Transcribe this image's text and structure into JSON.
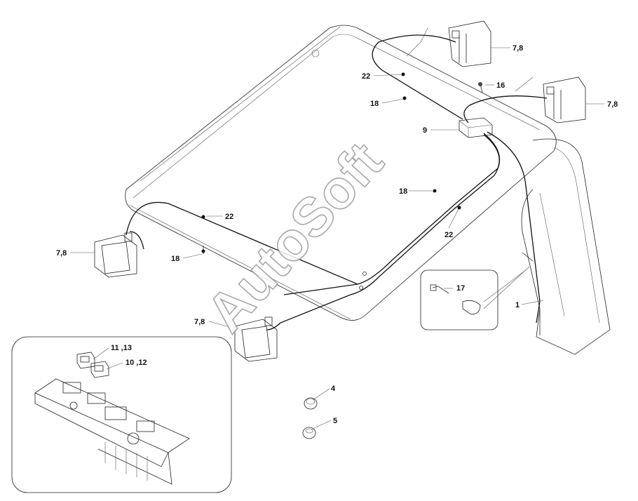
{
  "watermark": "AutoSoft",
  "callouts": [
    {
      "id": "lamp-top-right-a",
      "text": "7,8"
    },
    {
      "id": "lamp-top-right-b",
      "text": "7,8"
    },
    {
      "id": "lamp-left",
      "text": "7,8"
    },
    {
      "id": "lamp-bottom",
      "text": "7,8"
    },
    {
      "id": "nut-top",
      "text": "22"
    },
    {
      "id": "bolt-top",
      "text": "18"
    },
    {
      "id": "screw-top",
      "text": "16"
    },
    {
      "id": "junction-box",
      "text": "9"
    },
    {
      "id": "bolt-mid",
      "text": "18"
    },
    {
      "id": "nut-mid",
      "text": "22"
    },
    {
      "id": "nut-left",
      "text": "22"
    },
    {
      "id": "bolt-left",
      "text": "18"
    },
    {
      "id": "clamp-bolt",
      "text": "17"
    },
    {
      "id": "harness",
      "text": "1"
    },
    {
      "id": "switch-top",
      "text": "11 ,13"
    },
    {
      "id": "switch-bottom",
      "text": "10 ,12"
    },
    {
      "id": "plug-a",
      "text": "4"
    },
    {
      "id": "plug-b",
      "text": "5"
    }
  ]
}
